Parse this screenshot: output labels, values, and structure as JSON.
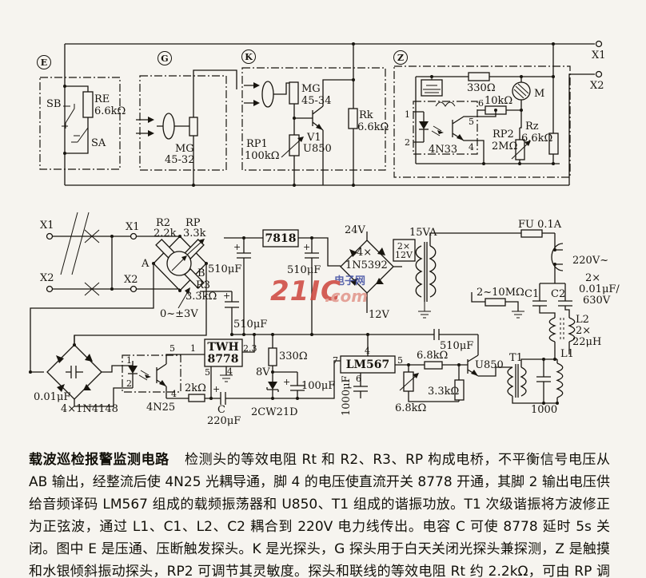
{
  "sym": {
    "plus": "+"
  },
  "schematic": {
    "terminals": {
      "x1": "X1",
      "x2": "X2"
    },
    "block_e": {
      "id": "E",
      "sb": "SB",
      "re": "RE",
      "re_val": "6.6kΩ",
      "sa": "SA"
    },
    "block_g": {
      "id": "G",
      "mg": "MG",
      "mg_model": "45-32"
    },
    "block_k": {
      "id": "K",
      "mg": "MG",
      "mg_model": "45-34",
      "v1": "V1",
      "v1_model": "U850",
      "rp1": "RP1",
      "rp1_val": "100kΩ",
      "rk": "Rk",
      "rk_val": "6.6kΩ"
    },
    "block_z": {
      "id": "Z",
      "r330": "330Ω",
      "pin6": "6",
      "r10k": "10kΩ",
      "motor": "M",
      "pin1": "1",
      "pin2": "2",
      "pin5": "5",
      "pin4": "4",
      "opto": "4N33",
      "rp2": "RP2",
      "rp2_val": "2MΩ",
      "rz": "Rz",
      "rz_val": "6.6kΩ"
    },
    "line": {
      "x1a": "X1",
      "x2a": "X2",
      "x1b": "X1",
      "x2b": "X2"
    },
    "bridge": {
      "r2": "R2",
      "r2_val": "2.2k",
      "rp": "RP",
      "rp_val": "3.3k",
      "a": "A",
      "b": "B",
      "r3": "R3",
      "r3_val": "3.3kΩ",
      "range": "0~±3V"
    },
    "psu": {
      "reg": "7818",
      "cap1": "510μF",
      "cap2": "510μF",
      "cap3": "510μF",
      "v24": "24V",
      "rect1": "4×",
      "rect2": "1N5392",
      "sec1": "2×",
      "sec2": "12V",
      "v12": "12V",
      "va": "15VA",
      "fuse": "FU 0.1A",
      "mains": "220V~",
      "cc1": "2×",
      "cc2": "0.01μF/",
      "cc3": "630V",
      "c1": "C1",
      "c2": "C2",
      "l2": "L2",
      "l2a": "2×",
      "l2b": "22μH",
      "rhf": "2~10MΩ"
    },
    "det": {
      "cap": "0.01μF",
      "bridge": "4×1N4148",
      "opto": "4N25",
      "pin1": "1",
      "pin2": "2",
      "pin5": "5",
      "pin4": "4",
      "r2k": "2kΩ"
    },
    "sw": {
      "name1": "TWH",
      "name2": "8778",
      "pin1": "1",
      "pin23": "2.3",
      "pin5": "5",
      "pin4": "4",
      "c": "C",
      "c_val": "220μF",
      "r330": "330Ω",
      "v8": "8V",
      "zener": "2CW21D",
      "c100": "100μF"
    },
    "osc": {
      "ic": "LM567",
      "pin7": "7",
      "pin4": "4",
      "pin5": "5",
      "pin6": "6",
      "c1000": "1000μF",
      "cap510": "510μF",
      "r68a": "6.8kΩ",
      "r68b": "6.8kΩ",
      "r33": "3.3kΩ",
      "amp": "U850",
      "t1": "T1",
      "l1": "L1",
      "c1000p": "1000"
    }
  },
  "watermark": {
    "brand": "21IC",
    "tld": ".com",
    "site": "电子网",
    "red": "#cf4a41",
    "blue": "#4553a4"
  },
  "caption": {
    "title": "载波巡检报警监测电路",
    "body": "检测头的等效电阻 Rt 和 R2、R3、RP 构成电桥，不平衡信号电压从 AB 输出，经整流后使 4N25 光耦导通，脚 4 的电压使直流开关 8778 开通，其脚 2 输出电压供给音频译码 LM567 组成的载频振荡器和 U850、T1 组成的谐振功放。T1 次级谐振将方波修正为正弦波，通过 L1、C1、L2、C2 耦合到 220V 电力线传出。电容 C 可使 8778 延时 5s 关闭。图中 E 是压通、压断触发探头。K 是光探头，G 探头用于白天关闭光探头兼探测，Z 是触摸和水银倾斜振动探头，RP2 可调节其灵敏度。探头和联线的等效电阻 Rt 约 2.2kΩ，可由 RP 调整其阻值偏差。本电路可用于安全防卫监测。"
  }
}
